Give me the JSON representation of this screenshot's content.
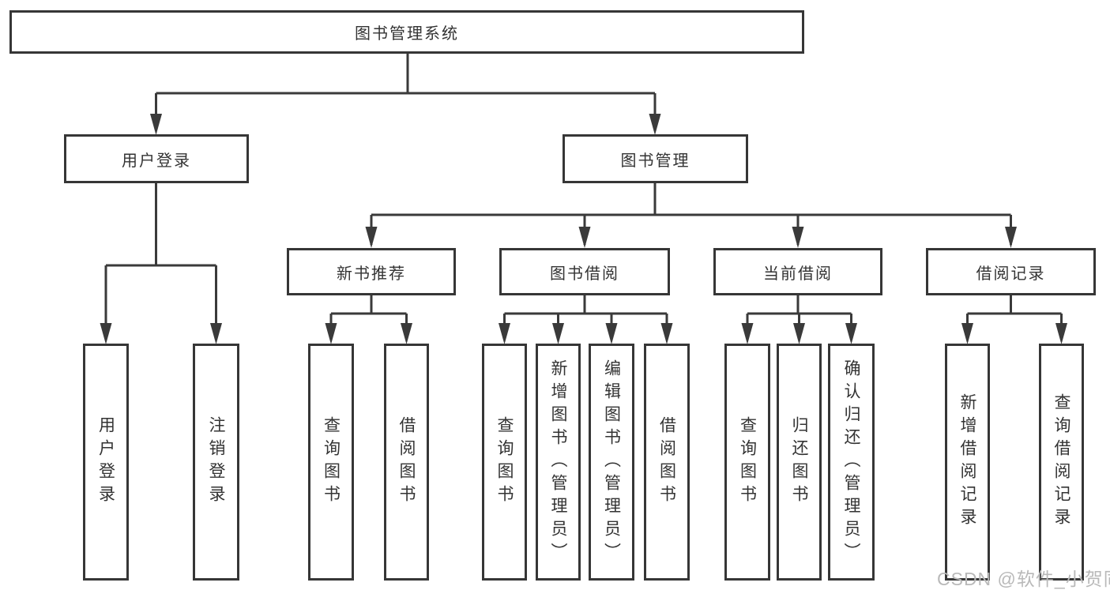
{
  "diagram": {
    "root": {
      "label": "图书管理系统"
    },
    "level2": [
      {
        "label": "用户登录"
      },
      {
        "label": "图书管理"
      }
    ],
    "level3": [
      {
        "label": "新书推荐"
      },
      {
        "label": "图书借阅"
      },
      {
        "label": "当前借阅"
      },
      {
        "label": "借阅记录"
      }
    ],
    "children": {
      "user_login": [
        "用户登录",
        "注销登录"
      ],
      "new_book_recommend": [
        "查询图书",
        "借阅图书"
      ],
      "book_borrow": [
        "查询图书",
        "新增图书（管理员）",
        "编辑图书（管理员）",
        "借阅图书"
      ],
      "current_borrow": [
        "查询图书",
        "归还图书",
        "确认归还（管理员）"
      ],
      "borrow_records": [
        "新增借阅记录",
        "查询借阅记录"
      ]
    }
  },
  "watermark": {
    "text": "CSDN @软件_小贺同学"
  },
  "colors": {
    "border": "#363636",
    "line": "#3a3a3a",
    "text": "#333333",
    "background": "#ffffff",
    "watermark": "#b9b9b9"
  }
}
